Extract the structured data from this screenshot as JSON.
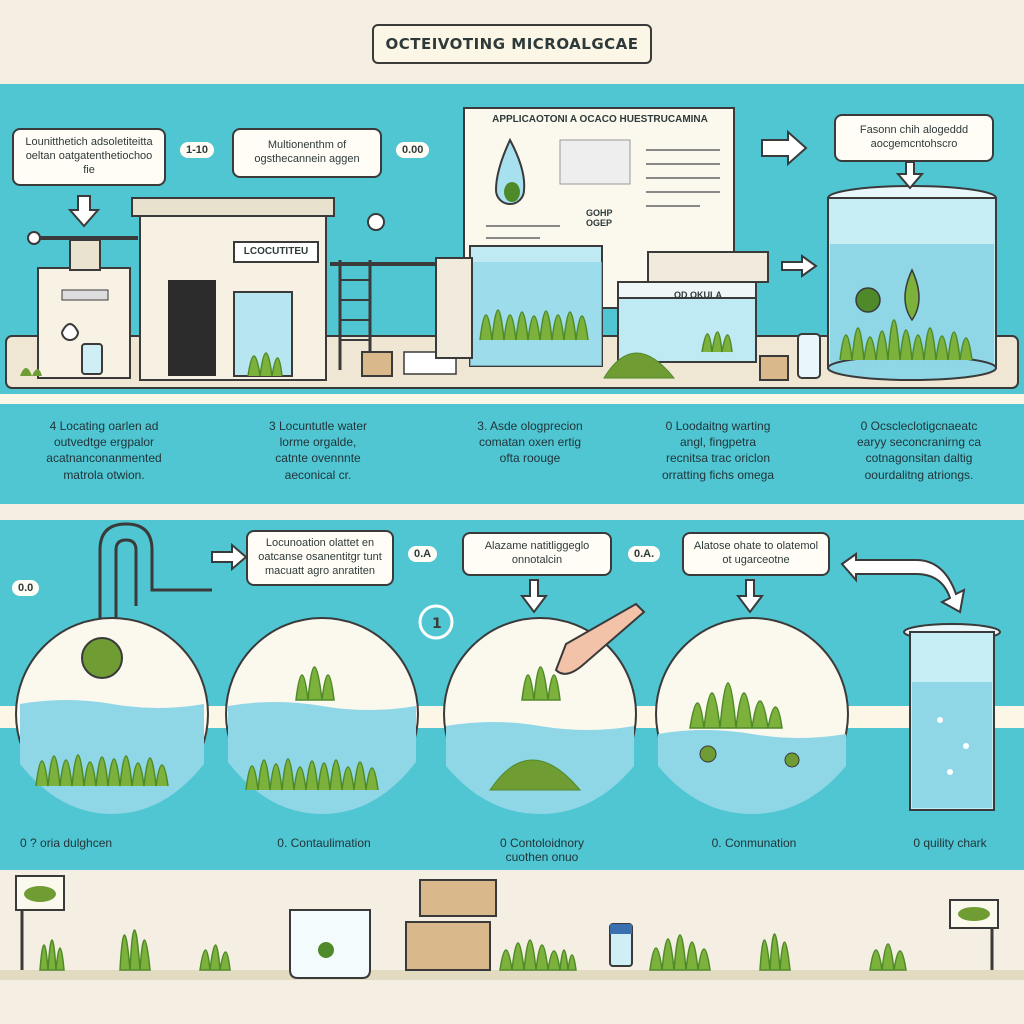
{
  "title": "OCTEIVOTING MICROALGCAE",
  "top_callouts": [
    {
      "text": "Lounitthetich adsoletiteitta oeltan oatgatenthetiochoo fie"
    },
    {
      "text": "Multionenthm of ogsthecannein aggen"
    },
    {
      "text": "Fasonn chih alogeddd aocgemcntohscro"
    }
  ],
  "top_tags": [
    "1-10",
    "0.00"
  ],
  "poster": {
    "heading": "APPLICAOTONI A OCACO HUESTRUCAMINA",
    "side_label": "GOHP\nOGEP"
  },
  "building_label": "LCOCUTITEU",
  "tank_label": "OD OKULA",
  "top_steps": [
    {
      "text": "4  Locating oarlen ad\noutvedtge ergpalor\nacatnanconanmented\nmatrola otwion."
    },
    {
      "text": "3   Locuntutle water\nlorme orgalde,\ncatnte ovennnte\naeconical cr."
    },
    {
      "text": "3.  Asde ologprecion\ncomatan oxen ertig\nofta roouge"
    },
    {
      "text": "0   Loodaitng warting\nangl, fingpetra\nrecnitsa trac oriclon\norratting fichs omega"
    },
    {
      "text": "0   Ocscleclotigcnaeatc\nearyy seconcranirng ca\ncotnagonsitan daltig\noourdalitng atriongs."
    }
  ],
  "bottom_callouts": [
    {
      "text": "Locunoation olattet en\noatcanse osanentitgr tunt\nmacuatt agro anratiten"
    },
    {
      "text": "Alazame\nnatitliggeglo onnotalcin"
    },
    {
      "text": "Alatose ohate to\nolatemol ot ugarceotne"
    }
  ],
  "bottom_tags": [
    "0.0",
    "0.A",
    "0.A."
  ],
  "bottom_steps": [
    {
      "text": "0 ?  oria dulghcen"
    },
    {
      "text": "0.  Contaulimation"
    },
    {
      "text": "0   Contoloidnory\n     cuothen onuo"
    },
    {
      "text": "0.  Conmunation"
    },
    {
      "text": "0   quility chark"
    }
  ],
  "colors": {
    "band": "#4fc6d2",
    "water": "#a7e1ef",
    "algae": "#7cb13b",
    "algae_dark": "#4f8a2a",
    "paper": "#f4efe2",
    "outline": "#3a3a3a"
  }
}
